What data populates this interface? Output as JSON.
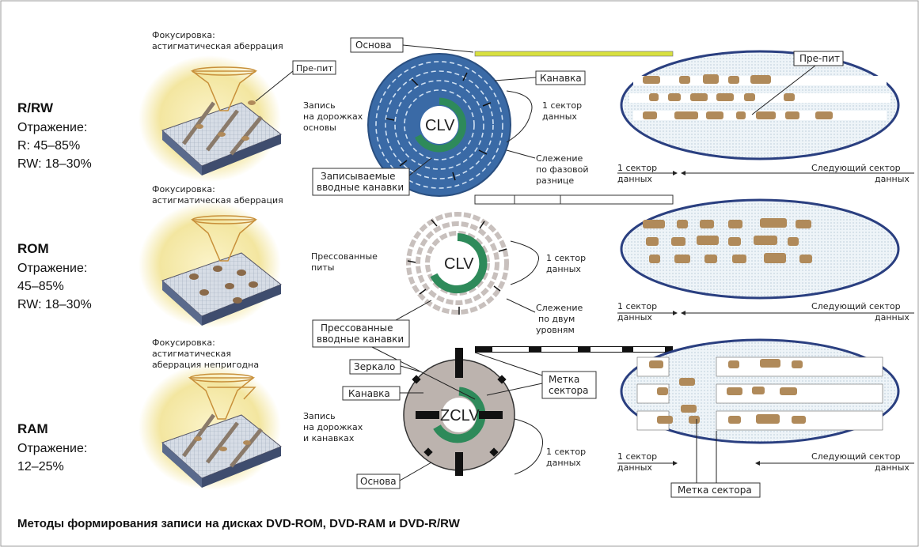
{
  "title": "Методы формирования записи на дисках DVD-ROM, DVD-RAM и DVD-R/RW",
  "colors": {
    "disc_blue": "#3a6aa6",
    "disc_gray": "#c8c0bd",
    "disc_ram": "#bcb3ae",
    "track_green": "#2e8a5a",
    "pit_brown": "#b08a5a",
    "ellipse_fill": "#eef4f8",
    "ellipse_stroke": "#2a3f80",
    "glow_yellow": "#f3e6a0",
    "wobble_yellow": "#d8e040"
  },
  "sections": [
    {
      "name": "R/RW",
      "reflect_label": "Отражение:",
      "reflect_lines": [
        "R: 45–85%",
        "RW: 18–30%"
      ],
      "focus": [
        "Фокусировка:",
        "астигматическая аберрация"
      ],
      "record": [
        "Запись",
        "на дорожках",
        "основы"
      ],
      "disc_label": "CLV"
    },
    {
      "name": "ROM",
      "reflect_label": "Отражение:",
      "reflect_lines": [
        "45–85%",
        "RW: 18–30%"
      ],
      "focus": [
        "Фокусировка:",
        "астигматическая аберрация"
      ],
      "record": [
        "Прессованные",
        "питы"
      ],
      "disc_label": "CLV"
    },
    {
      "name": "RAM",
      "reflect_label": "Отражение:",
      "reflect_lines": [
        "12–25%"
      ],
      "focus": [
        "Фокусировка:",
        "астигматическая",
        "аберрация непригодна"
      ],
      "record": [
        "Запись",
        "на дорожках",
        "и канавках"
      ],
      "disc_label": "ZCLV"
    }
  ],
  "labels": {
    "osnova": "Основа",
    "kanavka": "Канавка",
    "pre_pit": "Пре-пит",
    "zerkalo": "Зеркало",
    "metka_sektora": "Метка сектора",
    "metka_sektora_lines": [
      "Метка",
      "сектора"
    ],
    "zapis_kanavki": [
      "Записываемые",
      "вводные канавки"
    ],
    "press_kanavki": [
      "Прессованные",
      "вводные канавки"
    ],
    "sector_data": [
      "1 сектор",
      "данных"
    ],
    "next_sector": [
      "Следующий сектор",
      "данных"
    ],
    "tracking_phase": [
      "Слежение",
      "по фазовой",
      "разнице"
    ],
    "tracking_levels": [
      "Слежение",
      "по двум",
      "уровням"
    ]
  }
}
